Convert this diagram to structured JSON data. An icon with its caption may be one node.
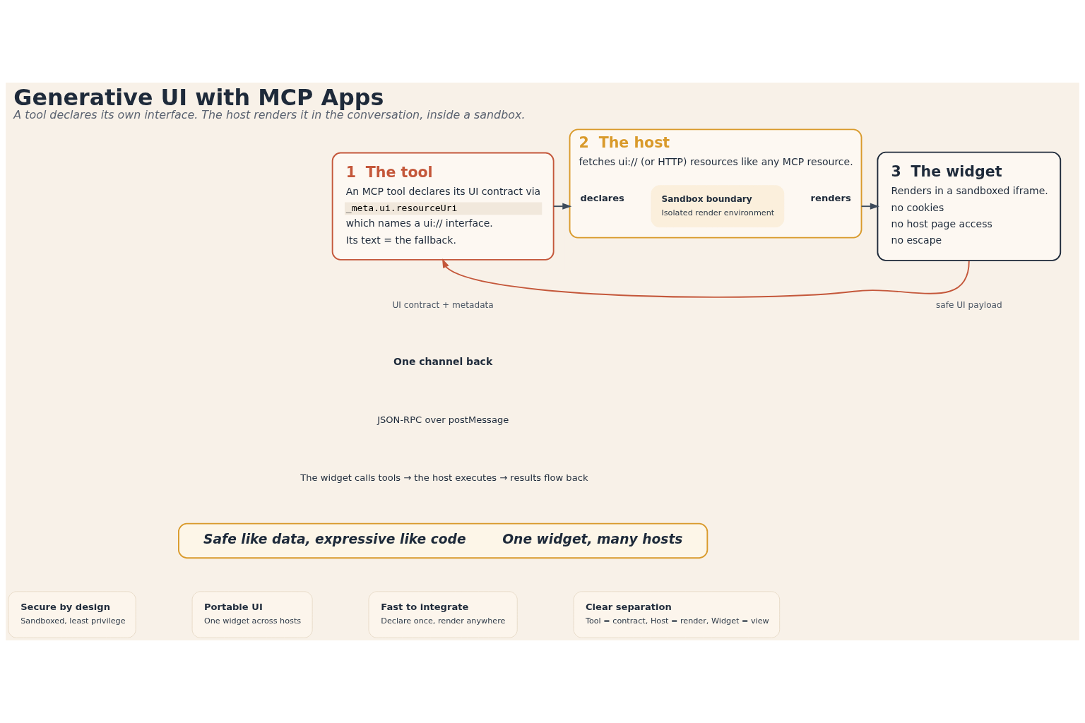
{
  "diagram": {
    "title": "Generative UI with MCP Apps",
    "caption": "A tool declares its own interface. The host renders it in the conversation, inside a sandbox.",
    "nodes": [
      {
        "text": [
          "1",
          "The tool",
          "An MCP tool declares its UI contract via",
          "_meta.ui.resourceUri",
          "which names a ui:// interface.",
          "Its text = the fallback."
        ]
      },
      {
        "text": [
          "2",
          "The host",
          "fetches ui:// (or HTTP) resources like any MCP resource."
        ]
      },
      {
        "text": [
          "Sandbox boundary",
          "Isolated render environment"
        ],
        "in": 1
      },
      {
        "text": [
          "3",
          "The widget",
          "Renders in a sandboxed iframe.",
          "no cookies",
          "no host page access",
          "no escape"
        ]
      },
      {
        "text": [
          "Safe like data, expressive like code",
          "One widget, many hosts"
        ]
      },
      {
        "text": [
          "Secure by design",
          "Sandboxed, least privilege"
        ]
      },
      {
        "text": [
          "Portable UI",
          "One widget across hosts"
        ]
      },
      {
        "text": [
          "Fast to integrate",
          "Declare once, render anywhere"
        ]
      },
      {
        "text": [
          "Clear separation",
          "Tool = contract, Host = render, Widget = view"
        ]
      }
    ],
    "edges": [
      {
        "from": 0,
        "to": 1,
        "label": "declares",
        "arrow": "to"
      },
      {
        "from": 1,
        "to": 3,
        "label": "renders",
        "arrow": "to"
      },
      {
        "from": 3,
        "to": 0,
        "arrow": "to",
        "color": "#c4573a"
      }
    ],
    "labels": [
      "UI contract + metadata",
      "safe UI payload",
      "One channel back",
      "JSON-RPC over postMessage",
      "The widget calls tools → the host executes → results flow back"
    ]
  }
}
